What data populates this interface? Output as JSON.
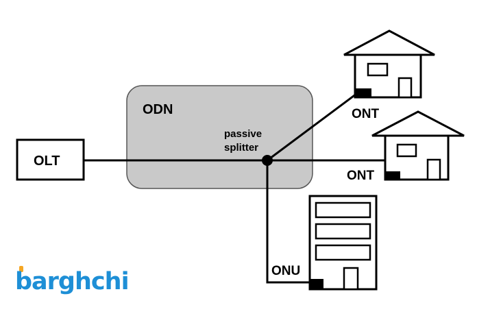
{
  "diagram": {
    "olt_label": "OLT",
    "odn_label": "ODN",
    "splitter_label_line1": "passive",
    "splitter_label_line2": "splitter",
    "ont_top_label": "ONT",
    "ont_middle_label": "ONT",
    "onu_label": "ONU"
  },
  "brand": {
    "logo_text": "barghchi"
  },
  "colors": {
    "odn_fill": "#c9c9c9",
    "line": "#000000",
    "brand_blue": "#1e8fd6",
    "brand_orange": "#f5a623"
  }
}
